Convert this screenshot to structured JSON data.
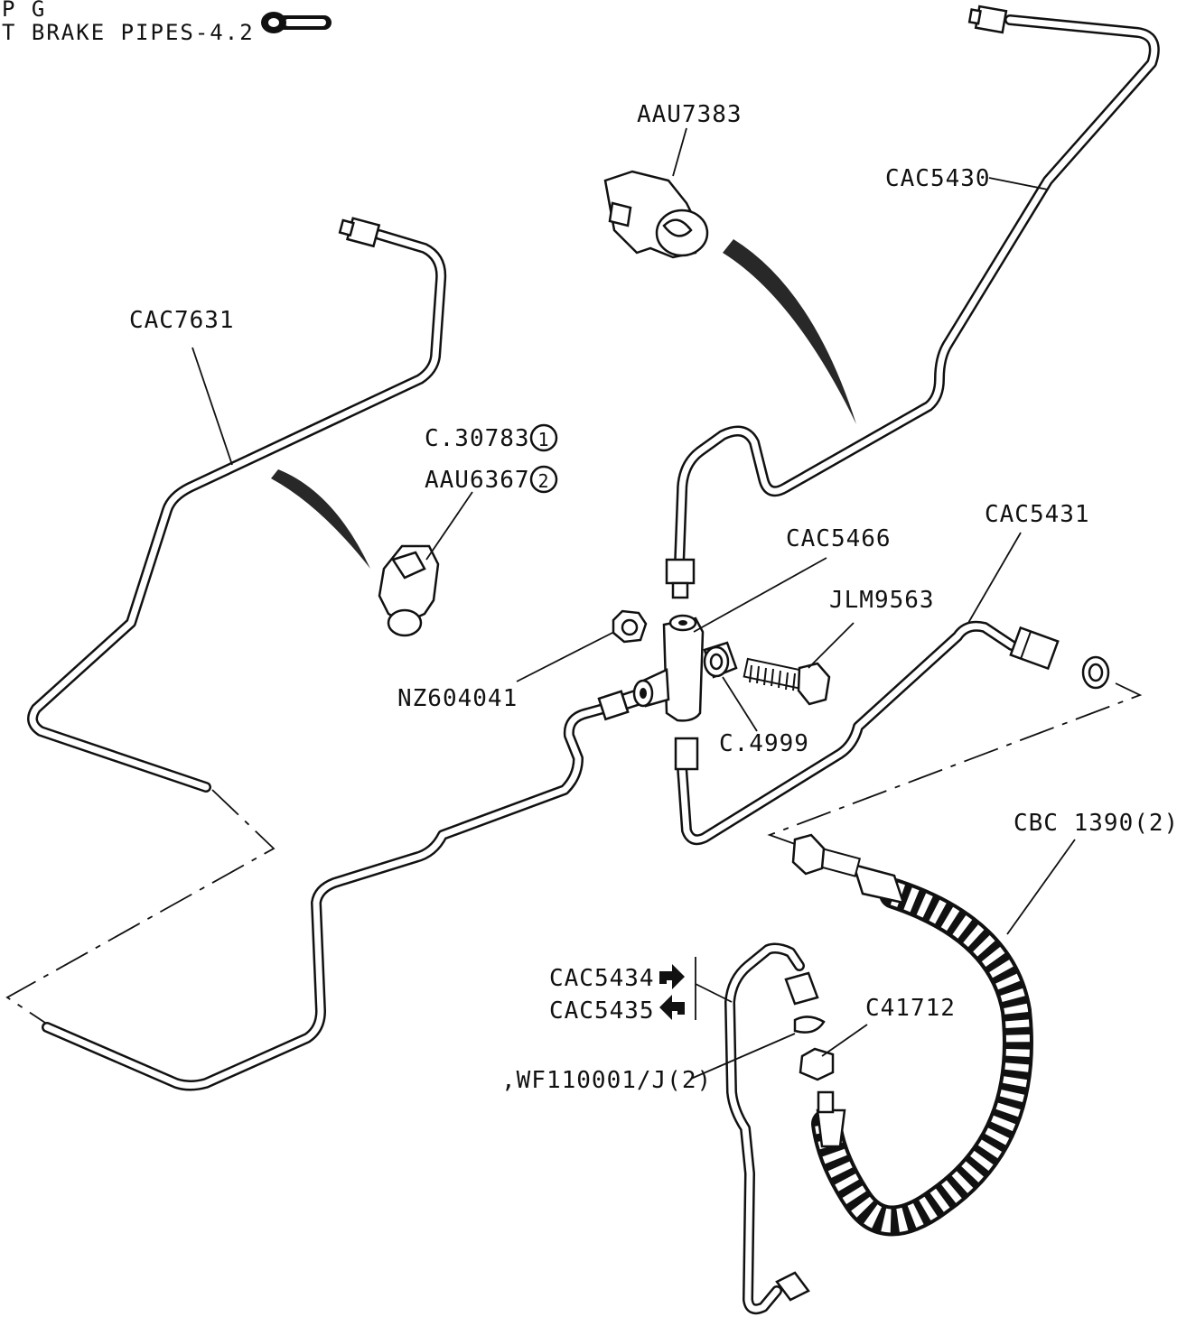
{
  "header": {
    "line1": "P G",
    "line2": "T BRAKE PIPES-4.2"
  },
  "labels": {
    "aau7383": "AAU7383",
    "cac5430": "CAC5430",
    "cac7631": "CAC7631",
    "c30783": "C.30783",
    "aau6367": "AAU6367",
    "circle1": "1",
    "circle2": "2",
    "cac5466": "CAC5466",
    "cac5431": "CAC5431",
    "jlm9563": "JLM9563",
    "nz604041": "NZ604041",
    "c4999": "C.4999",
    "cbc1390": "CBC 1390(2)",
    "cac5434": "CAC5434",
    "cac5435": "CAC5435",
    "c41712": "C41712",
    "wf110001": ",WF110001/J(2)"
  },
  "icons": {
    "header_part": "brake-pipe-icon",
    "rhd": "rhd-arrow-icon",
    "lhd": "lhd-arrow-icon"
  }
}
